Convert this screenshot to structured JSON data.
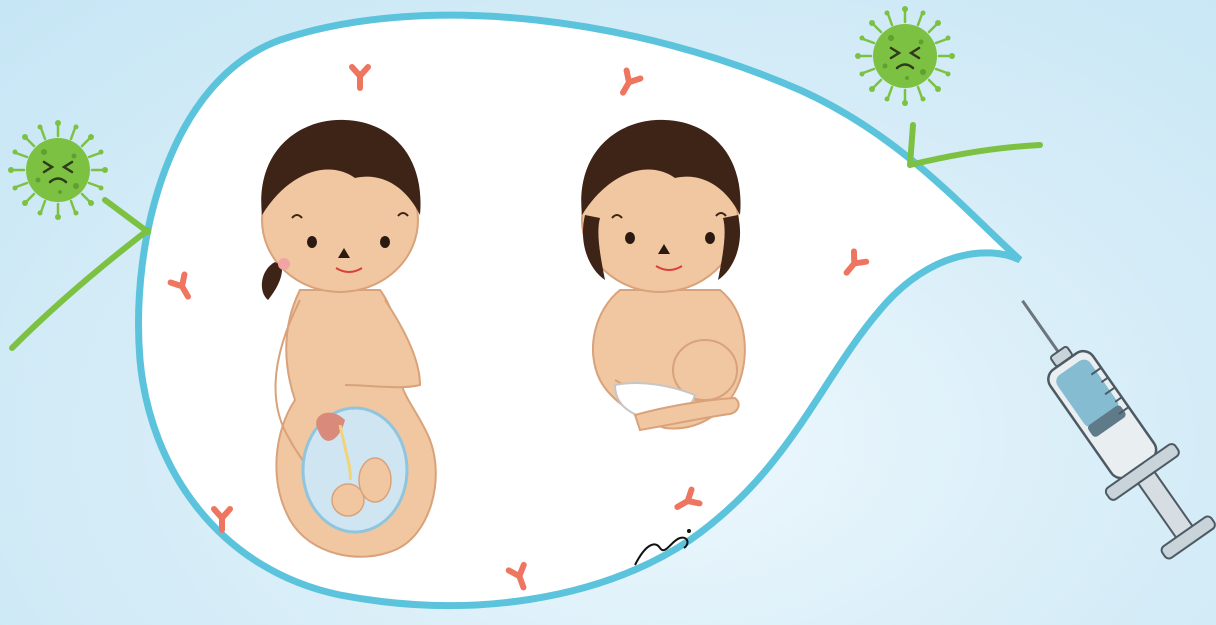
{
  "scene": {
    "description_free": true,
    "colors": {
      "background": "#c6e6f5",
      "shield_outline": "#5bc4dc",
      "shield_fill": "#ffffff",
      "virus": "#7cc142",
      "virus_line": "#7cc142",
      "antibody": "#ee7660",
      "skin": "#f0c7a0",
      "skin_outline": "#d9a27a",
      "hair": "#3d2416",
      "syringe_body": "#c9d3da",
      "syringe_liquid": "#86bcd2",
      "syringe_outline": "#4d5a63"
    },
    "icons": {
      "virus": "virus-icon",
      "antibody": "antibody-icon",
      "syringe": "syringe-icon",
      "pregnant_mother": "pregnant-mother-illustration",
      "breastfeeding_mother": "breastfeeding-mother-illustration"
    },
    "signature": "Atami"
  }
}
